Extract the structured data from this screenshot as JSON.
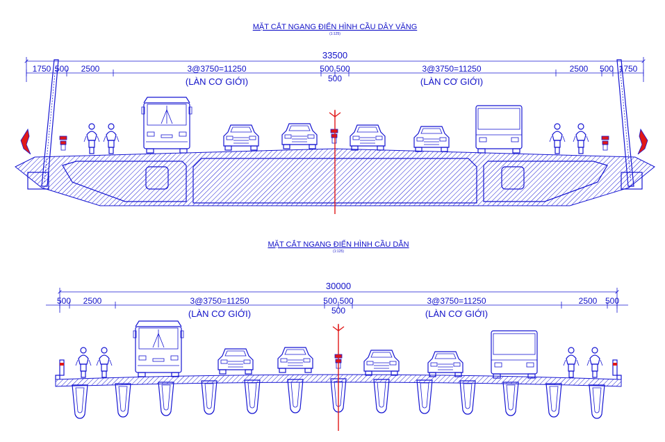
{
  "sections": {
    "cable_stayed": {
      "title": "MẶT CẮT NGANG ĐIỂN HÌNH CẦU DÂY VĂNG",
      "scale": "(1:125)",
      "total_width": "33500",
      "dims": [
        "1750",
        "500",
        "2500",
        "3@3750=11250",
        "500 500",
        "500",
        "3@3750=11250",
        "2500",
        "500",
        "1750"
      ],
      "lane_left": "(LÀN CƠ GIỚI)",
      "lane_right": "(LÀN CƠ GIỚI)"
    },
    "approach": {
      "title": "MẶT CẮT NGANG ĐIỂN HÌNH CẦU DẪN",
      "scale": "(1:125)",
      "total_width": "30000",
      "dims": [
        "500",
        "2500",
        "3@3750=11250",
        "500 500",
        "500",
        "3@3750=11250",
        "2500",
        "500"
      ],
      "lane_left": "(LÀN CƠ GIỚI)",
      "lane_right": "(LÀN CƠ GIỚI)"
    }
  },
  "colors": {
    "line": "#1414d2",
    "text": "#1010c8",
    "axis": "#e01818"
  }
}
